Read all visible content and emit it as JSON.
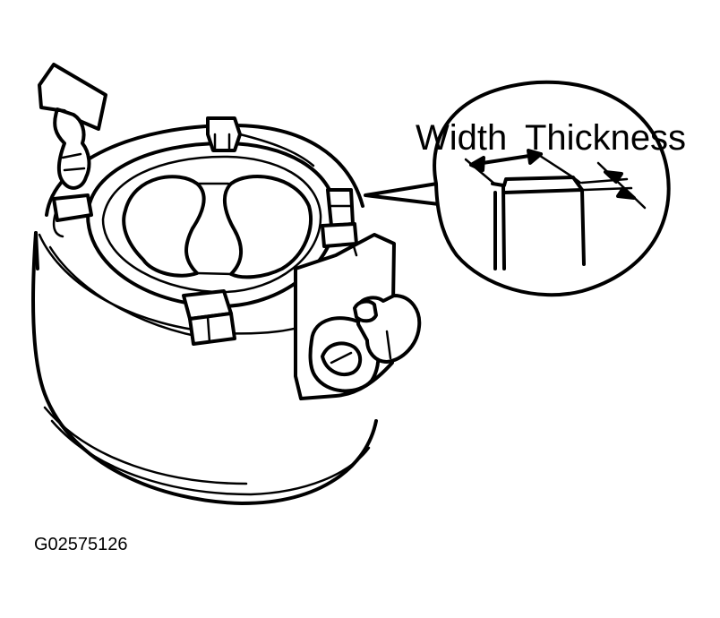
{
  "callout": {
    "width_label": "Width",
    "thickness_label": "Thickness"
  },
  "figure_id": "G02575126",
  "colors": {
    "ink": "#000000",
    "background": "#ffffff"
  }
}
